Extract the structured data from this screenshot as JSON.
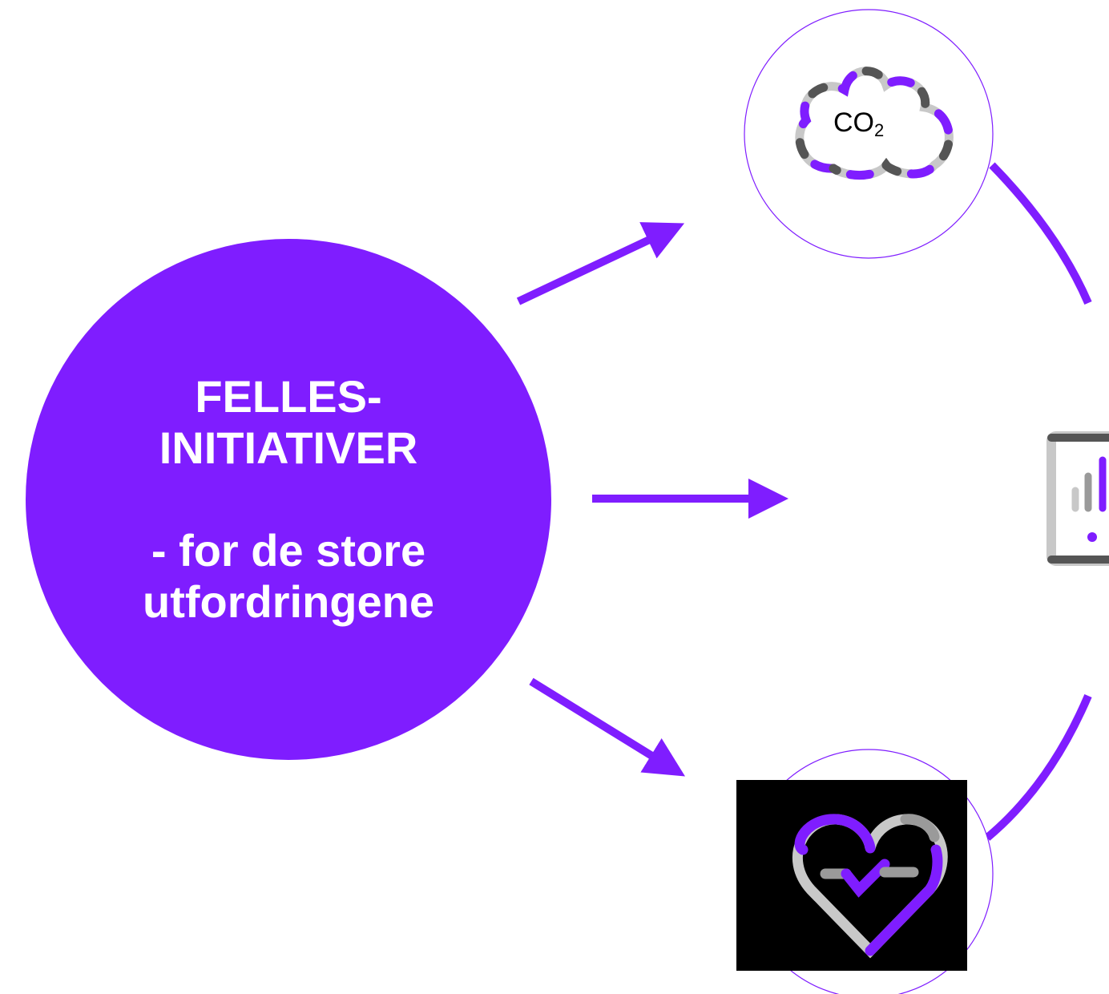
{
  "colors": {
    "accent": "#7f1dff",
    "grey": "#9a9a9a",
    "light_grey": "#c8c8c8",
    "dark_grey": "#555555",
    "black": "#000000"
  },
  "center": {
    "title": "FELLES-INITIATIVER",
    "subtitle": "- for de store utfordringene"
  },
  "nodes": {
    "co2": {
      "icon": "co2-cloud-icon",
      "label_main": "CO",
      "label_sub": "2"
    },
    "dashboard": {
      "icon": "dashboard-chart-icon"
    },
    "health": {
      "icon": "heart-pulse-icon"
    }
  }
}
